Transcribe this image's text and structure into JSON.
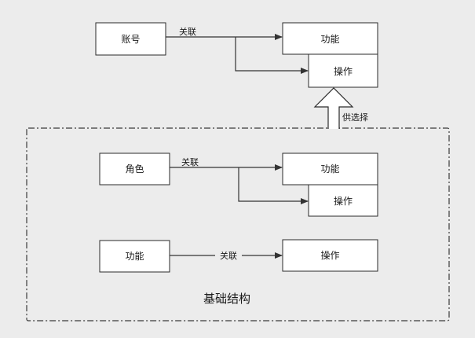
{
  "diagram": {
    "account": "账号",
    "link_label": "关联",
    "function": "功能",
    "operation": "操作",
    "supply_label": "供选择",
    "role": "角色",
    "base_title": "基础结构"
  }
}
